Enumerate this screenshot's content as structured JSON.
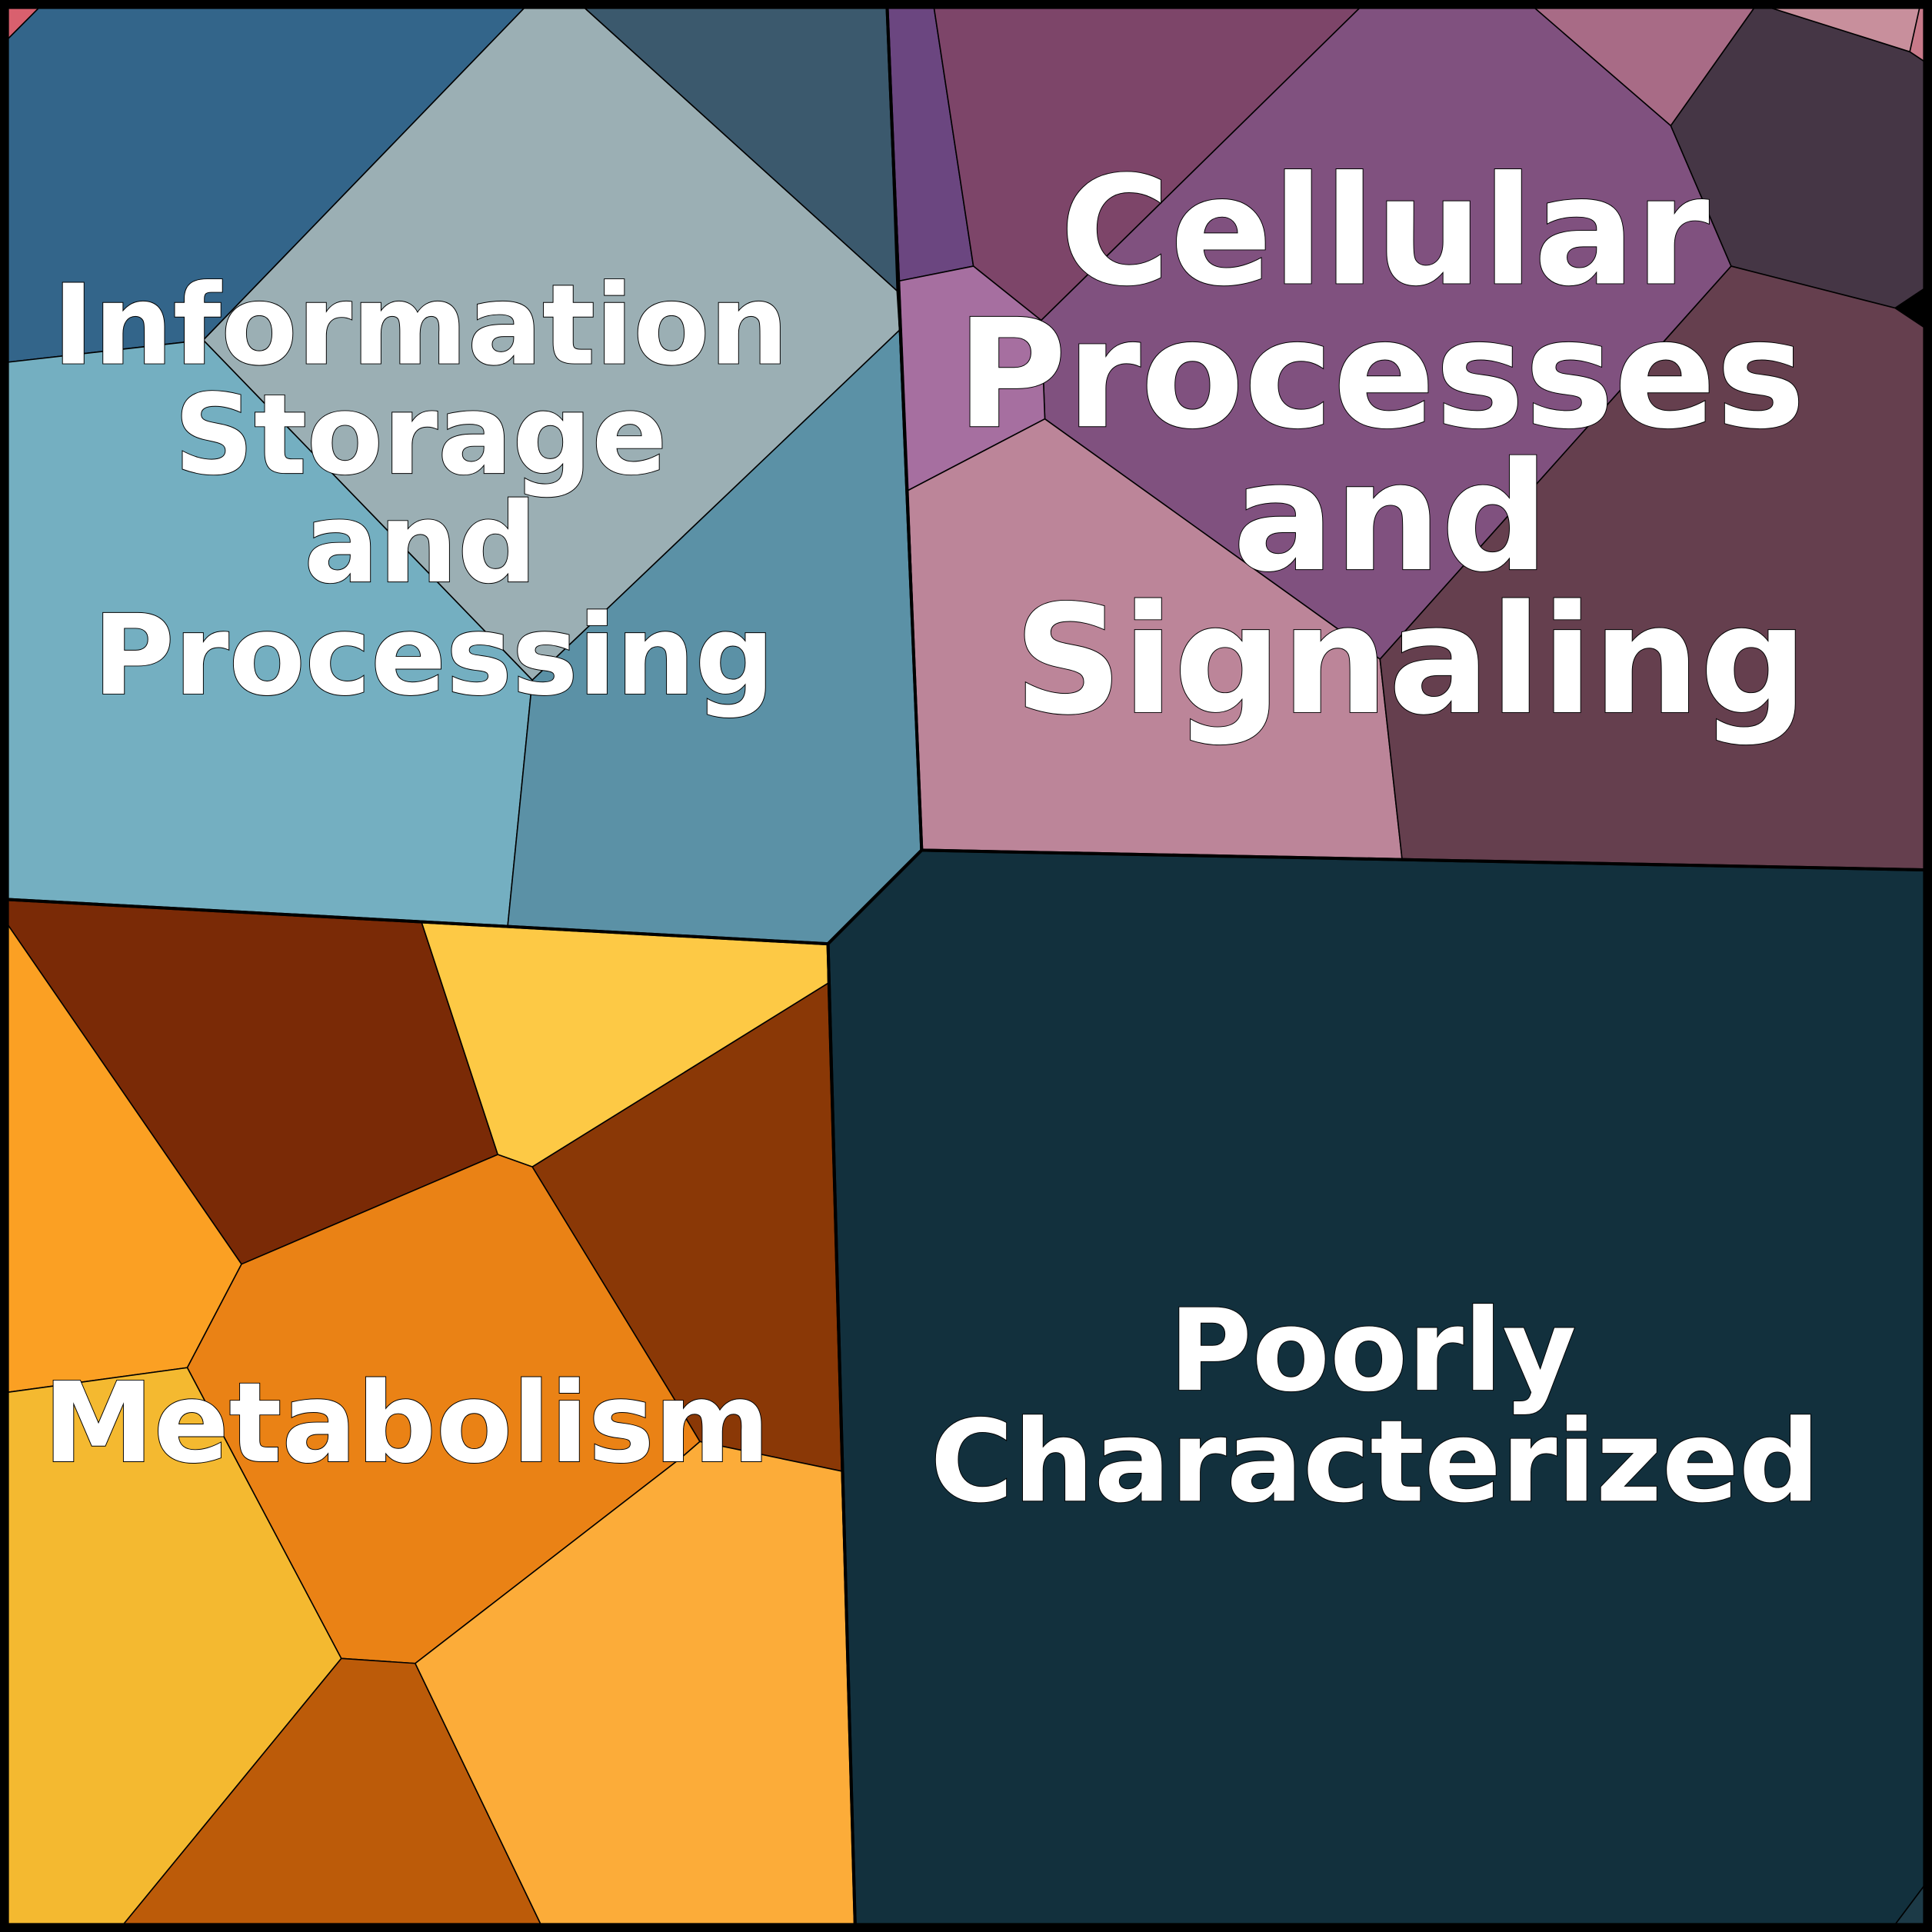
{
  "chart_data": {
    "type": "voronoi-treemap",
    "title": "",
    "groups": [
      {
        "name": "Information Storage and Processing",
        "label_lines": [
          "Information",
          "Storage",
          "and",
          "Processing"
        ],
        "cell_colors": [
          "#d9606e",
          "#33658a",
          "#9bafb4",
          "#3b596d",
          "#74afc1",
          "#5b91a6"
        ]
      },
      {
        "name": "Cellular Processes and Signaling",
        "label_lines": [
          "Cellular",
          "Processes",
          "and",
          "Signaling"
        ],
        "cell_colors": [
          "#6b4680",
          "#7d4569",
          "#80517f",
          "#a66fa0",
          "#bc8599",
          "#a86b86",
          "#453645",
          "#c88f9c",
          "#c87a8a",
          "#653f4e"
        ]
      },
      {
        "name": "Poorly Characterized",
        "label_lines": [
          "Poorly",
          "Characterized"
        ],
        "cell_colors": [
          "#12303d",
          "#1c3a47"
        ]
      },
      {
        "name": "Metabolism",
        "label_lines": [
          "Metabolism"
        ],
        "cell_colors": [
          "#7a2a06",
          "#fdc945",
          "#fba023",
          "#8a3806",
          "#ea8215",
          "#f4b930",
          "#bc5b09",
          "#fcac39"
        ]
      }
    ]
  }
}
